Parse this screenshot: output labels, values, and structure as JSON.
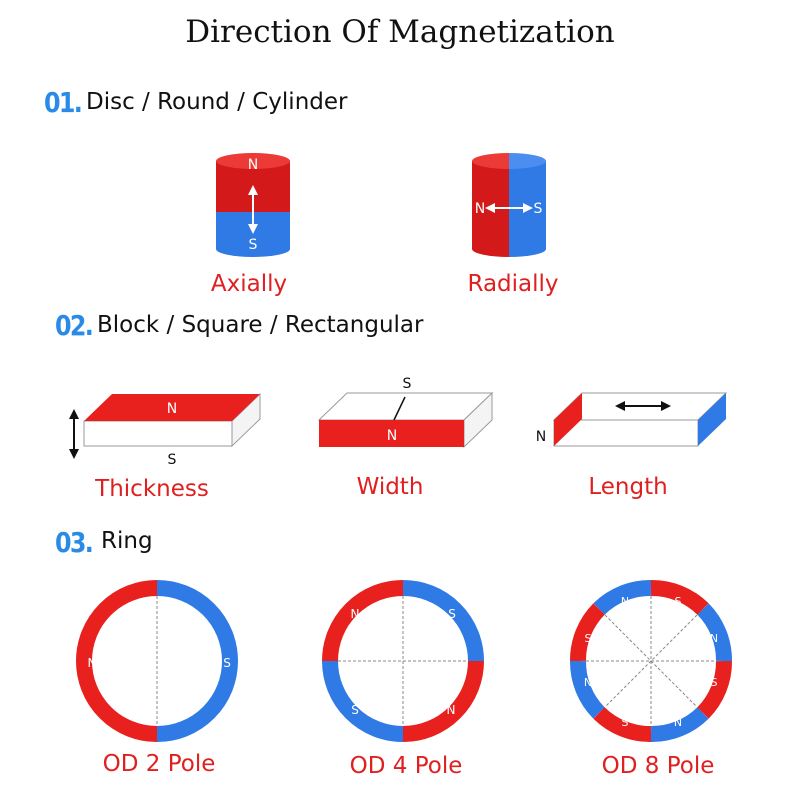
{
  "title": "Direction Of Magnetization",
  "colors": {
    "north": "#e8201e",
    "south": "#2f7ae5",
    "accent": "#2a8be6",
    "caption": "#e02020"
  },
  "sections": [
    {
      "number": "01.",
      "title": "Disc / Round / Cylinder",
      "items": [
        {
          "caption": "Axially",
          "pole_n": "N",
          "pole_s": "S"
        },
        {
          "caption": "Radially",
          "pole_n": "N",
          "pole_s": "S"
        }
      ]
    },
    {
      "number": "02.",
      "title": "Block / Square / Rectangular",
      "items": [
        {
          "caption": "Thickness",
          "pole_n": "N",
          "pole_s": "S"
        },
        {
          "caption": "Width",
          "pole_n": "N",
          "pole_s": "S"
        },
        {
          "caption": "Length",
          "pole_n": "N"
        }
      ]
    },
    {
      "number": "03.",
      "title": "Ring",
      "items": [
        {
          "caption": "OD 2 Pole",
          "pole_n": "N",
          "pole_s": "S"
        },
        {
          "caption": "OD 4 Pole",
          "pole_n": "N",
          "pole_s": "S"
        },
        {
          "caption": "OD 8 Pole",
          "pole_n": "N",
          "pole_s": "S"
        }
      ]
    }
  ]
}
